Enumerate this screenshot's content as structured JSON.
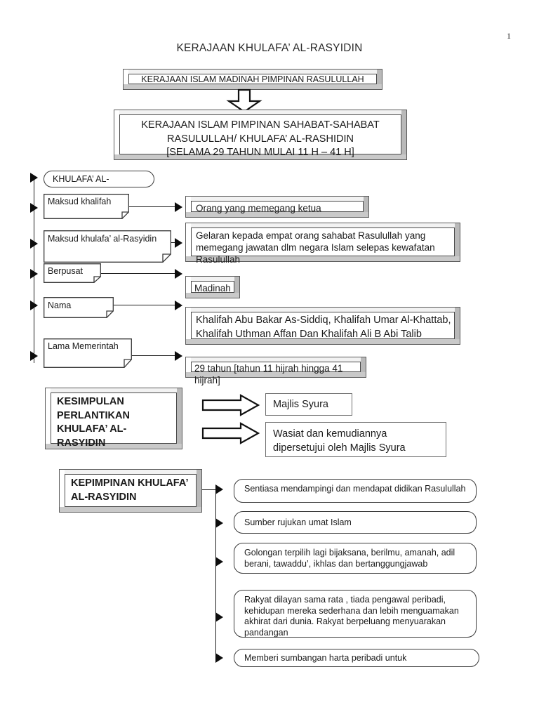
{
  "page": {
    "number": "1"
  },
  "title": "KERAJAAN KHULAFA’ AL-RASYIDIN",
  "top_boxes": {
    "madinah": "KERAJAAN ISLAM MADINAH PIMPINAN RASULULLAH",
    "khulafa_line1": "KERAJAAN ISLAM  PIMPINAN  SAHABAT-SAHABAT",
    "khulafa_line2": "RASULULLAH/ KHULAFA’ AL-RASHIDIN",
    "khulafa_line3": "[SELAMA 29 TAHUN MULAI 11 H – 41 H]"
  },
  "spine_items": [
    {
      "label": "KHULAFA’ AL-",
      "shape": "pill",
      "value": null
    },
    {
      "label": "Maksud khalifah",
      "shape": "note",
      "value": "Orang yang memegang ketua"
    },
    {
      "label": "Maksud khulafa’ al-Rasyidin",
      "shape": "note",
      "value": "Gelaran kepada empat orang sahabat Rasulullah yang memegang jawatan dlm negara Islam selepas kewafatan Rasulullah"
    },
    {
      "label": "Berpusat",
      "shape": "note",
      "value": "Madinah"
    },
    {
      "label": "Nama",
      "shape": "note",
      "value": "Khalifah Abu Bakar As-Siddiq, Khalifah Umar Al-Khattab, Khalifah Uthman Affan Dan Khalifah Ali B Abi Talib"
    },
    {
      "label": "Lama Memerintah",
      "shape": "note",
      "value": "29 tahun [tahun 11 hijrah hingga 41 hijrah]"
    }
  ],
  "kesimpulan": {
    "heading": "KESIMPULAN PERLANTIKAN KHULAFA’ AL-RASYIDIN",
    "items": [
      "Majlis Syura",
      "Wasiat dan kemudiannya dipersetujui oleh Majlis Syura"
    ]
  },
  "kepimpinan": {
    "heading": "KEPIMPINAN KHULAFA’ AL-RASYIDIN",
    "items": [
      "Sentiasa mendampingi dan mendapat didikan Rasulullah",
      "Sumber rujukan umat Islam",
      "Golongan terpilih lagi bijaksana, berilmu, amanah, adil berani, tawaddu’, ikhlas dan bertanggungjawab",
      "Rakyat dilayan sama rata , tiada pengawal peribadi, kehidupan mereka sederhana dan lebih menguamakan akhirat dari dunia. Rakyat berpeluang menyuarakan pandangan",
      "Memberi sumbangan harta peribadi untuk"
    ]
  },
  "colors": {
    "ink": "#1a1a1a",
    "bevel_shadow": "#b9b9b9",
    "line": "#0d0d0d"
  }
}
